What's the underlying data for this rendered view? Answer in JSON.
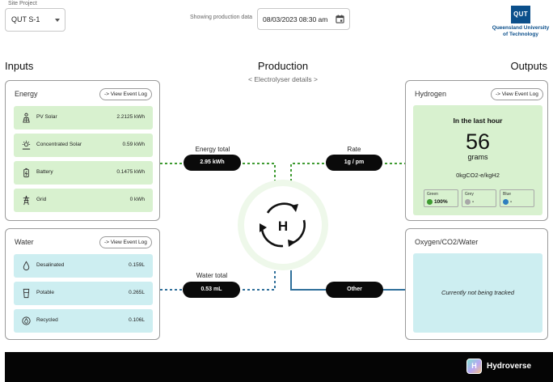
{
  "header": {
    "site_project_label": "Site Project",
    "site_project_value": "QUT S-1",
    "showing_label": "Showing production data",
    "datetime_value": "08/03/2023 08:30 am"
  },
  "logo": {
    "short": "QUT",
    "line1": "Queensland University",
    "line2": "of Technology"
  },
  "sections": {
    "inputs": "Inputs",
    "production": "Production",
    "production_sub": "< Electrolyser details >",
    "outputs": "Outputs"
  },
  "energy": {
    "title": "Energy",
    "event_log_label": "-> View Event Log",
    "rows": [
      {
        "label": "PV Solar",
        "value": "2.2125 kWh",
        "icon": "solar-panel-icon"
      },
      {
        "label": "Concentrated Solar",
        "value": "0.59 kWh",
        "icon": "sun-icon"
      },
      {
        "label": "Battery",
        "value": "0.1475 kWh",
        "icon": "battery-icon"
      },
      {
        "label": "Grid",
        "value": "0 kWh",
        "icon": "power-tower-icon"
      }
    ]
  },
  "water": {
    "title": "Water",
    "event_log_label": "-> View Event Log",
    "rows": [
      {
        "label": "Desalinated",
        "value": "0.159L",
        "icon": "water-drop-icon"
      },
      {
        "label": "Potable",
        "value": "0.265L",
        "icon": "glass-icon"
      },
      {
        "label": "Recycled",
        "value": "0.106L",
        "icon": "recycle-icon"
      }
    ]
  },
  "production": {
    "energy_total_label": "Energy total",
    "energy_total_value": "2.95 kWh",
    "water_total_label": "Water total",
    "water_total_value": "0.53 mL",
    "rate_label": "Rate",
    "rate_value": "1g / pm",
    "other_value": "Other",
    "electrolyser_letter": "H"
  },
  "hydrogen": {
    "title": "Hydrogen",
    "event_log_label": "-> View Event Log",
    "period": "In the last hour",
    "amount": "56",
    "unit": "grams",
    "intensity": "0kgCO2-e/kgH2",
    "chips": [
      {
        "label": "Green",
        "value": "100%",
        "color": "#3f9b32"
      },
      {
        "label": "Grey",
        "value": "-",
        "color": "#a8a8a8"
      },
      {
        "label": "Blue",
        "value": "-",
        "color": "#2f7fbf"
      }
    ]
  },
  "other": {
    "title": "Oxygen/CO2/Water",
    "message": "Currently not being tracked"
  },
  "footer": {
    "brand": "Hydroverse",
    "brand_initial": "H"
  },
  "colors": {
    "energy_line": "#3f9b32",
    "water_line": "#2f6f9a",
    "energy_fill": "#d8f1cf",
    "water_fill": "#cdeef1"
  }
}
